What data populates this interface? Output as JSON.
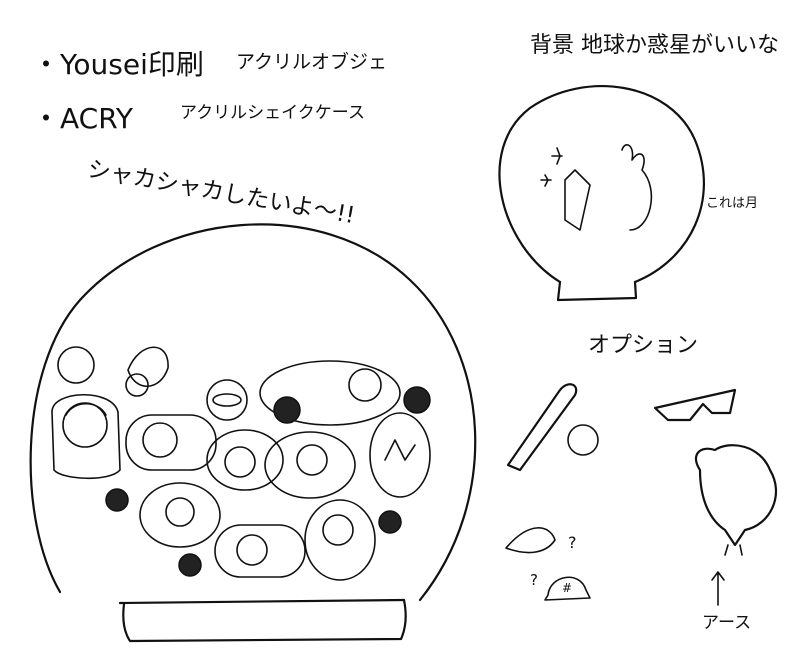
{
  "notes": {
    "line1_brand": "・Yousei印刷",
    "line1_product": "アクリルオブジェ",
    "line2_brand": "・ACRY",
    "line2_product": "アクリルシェイクケース",
    "shake_caption": "シャカシャカしたいよ〜!!",
    "background_title": "背景 地球か惑星がいいな",
    "moon_note": "これは月",
    "options_title": "オプション",
    "question_mark_fish": "?",
    "question_mark_turtle": "?",
    "turtle_mark": "#",
    "earth_label": "アース"
  }
}
